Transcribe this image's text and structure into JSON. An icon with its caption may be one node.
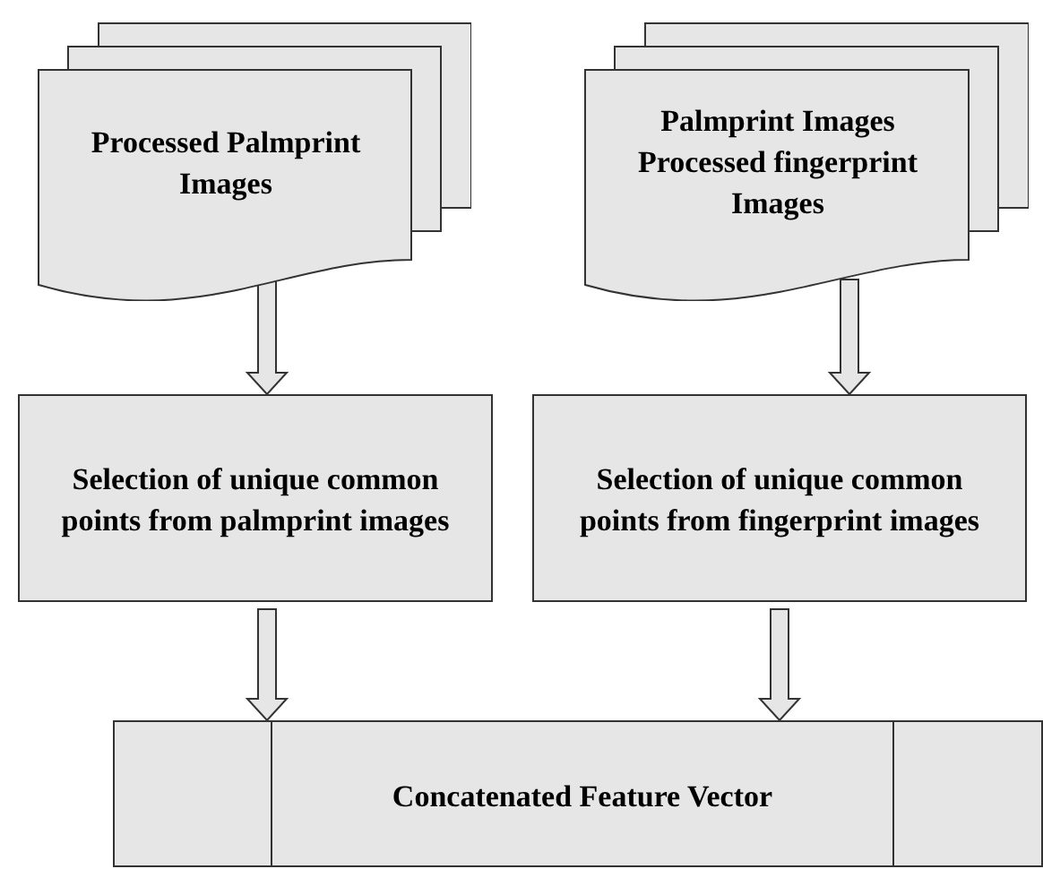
{
  "diagram": {
    "nodes": [
      {
        "text": [
          "Processed Palmprint Images"
        ]
      },
      {
        "text": [
          "Palmprint Images Processed fingerprint Images"
        ]
      },
      {
        "text": [
          "Selection of unique common points from palmprint images"
        ]
      },
      {
        "text": [
          "Selection of unique  common points from fingerprint images"
        ]
      },
      {
        "text": [],
        "shape": "box"
      },
      {
        "text": [
          "Concatenated Feature Vector"
        ]
      },
      {
        "text": [],
        "shape": "box"
      }
    ],
    "edges": [
      {
        "from": 0,
        "to": 2,
        "arrow": "to"
      },
      {
        "from": 1,
        "to": 3,
        "arrow": "to"
      },
      {
        "from": 2,
        "to": 4,
        "arrow": "to"
      },
      {
        "from": 3,
        "to": 5,
        "arrow": "to"
      }
    ]
  }
}
